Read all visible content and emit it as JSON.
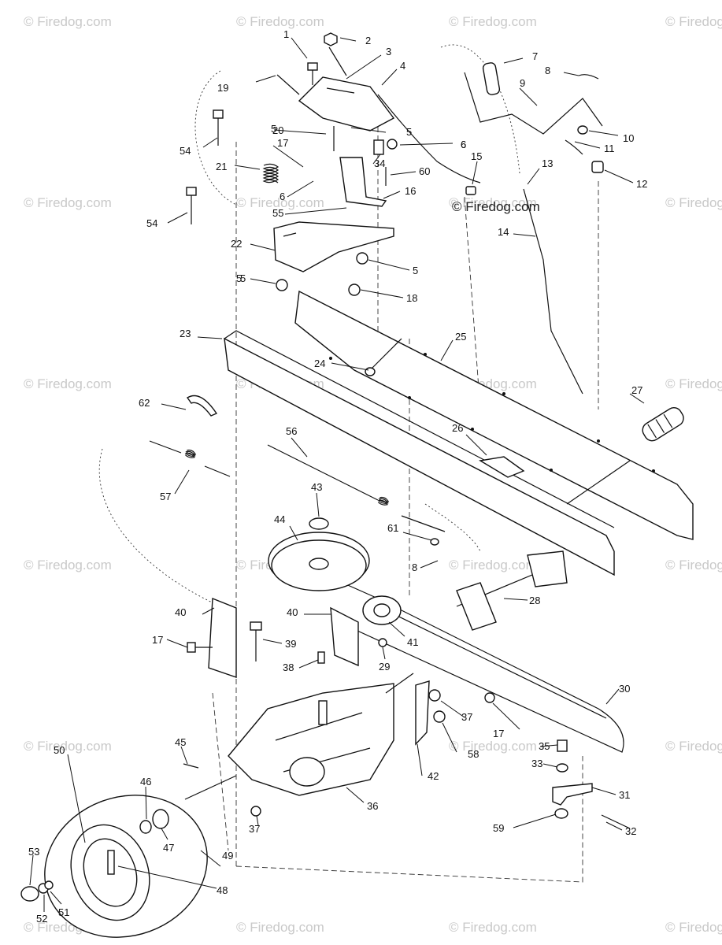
{
  "watermark": "© Firedog.com",
  "part_numbers": [
    "1",
    "2",
    "3",
    "4",
    "5",
    "5",
    "5",
    "5",
    "5",
    "6",
    "6",
    "6",
    "7",
    "8",
    "8",
    "9",
    "10",
    "11",
    "12",
    "13",
    "14",
    "15",
    "16",
    "17",
    "17",
    "17",
    "18",
    "19",
    "20",
    "21",
    "22",
    "23",
    "24",
    "25",
    "26",
    "27",
    "28",
    "29",
    "30",
    "31",
    "32",
    "33",
    "34",
    "35",
    "36",
    "37",
    "37",
    "38",
    "39",
    "40",
    "40",
    "41",
    "42",
    "43",
    "44",
    "45",
    "46",
    "47",
    "48",
    "49",
    "50",
    "51",
    "52",
    "53",
    "54",
    "54",
    "55",
    "56",
    "57",
    "58",
    "59",
    "60",
    "61",
    "62"
  ]
}
